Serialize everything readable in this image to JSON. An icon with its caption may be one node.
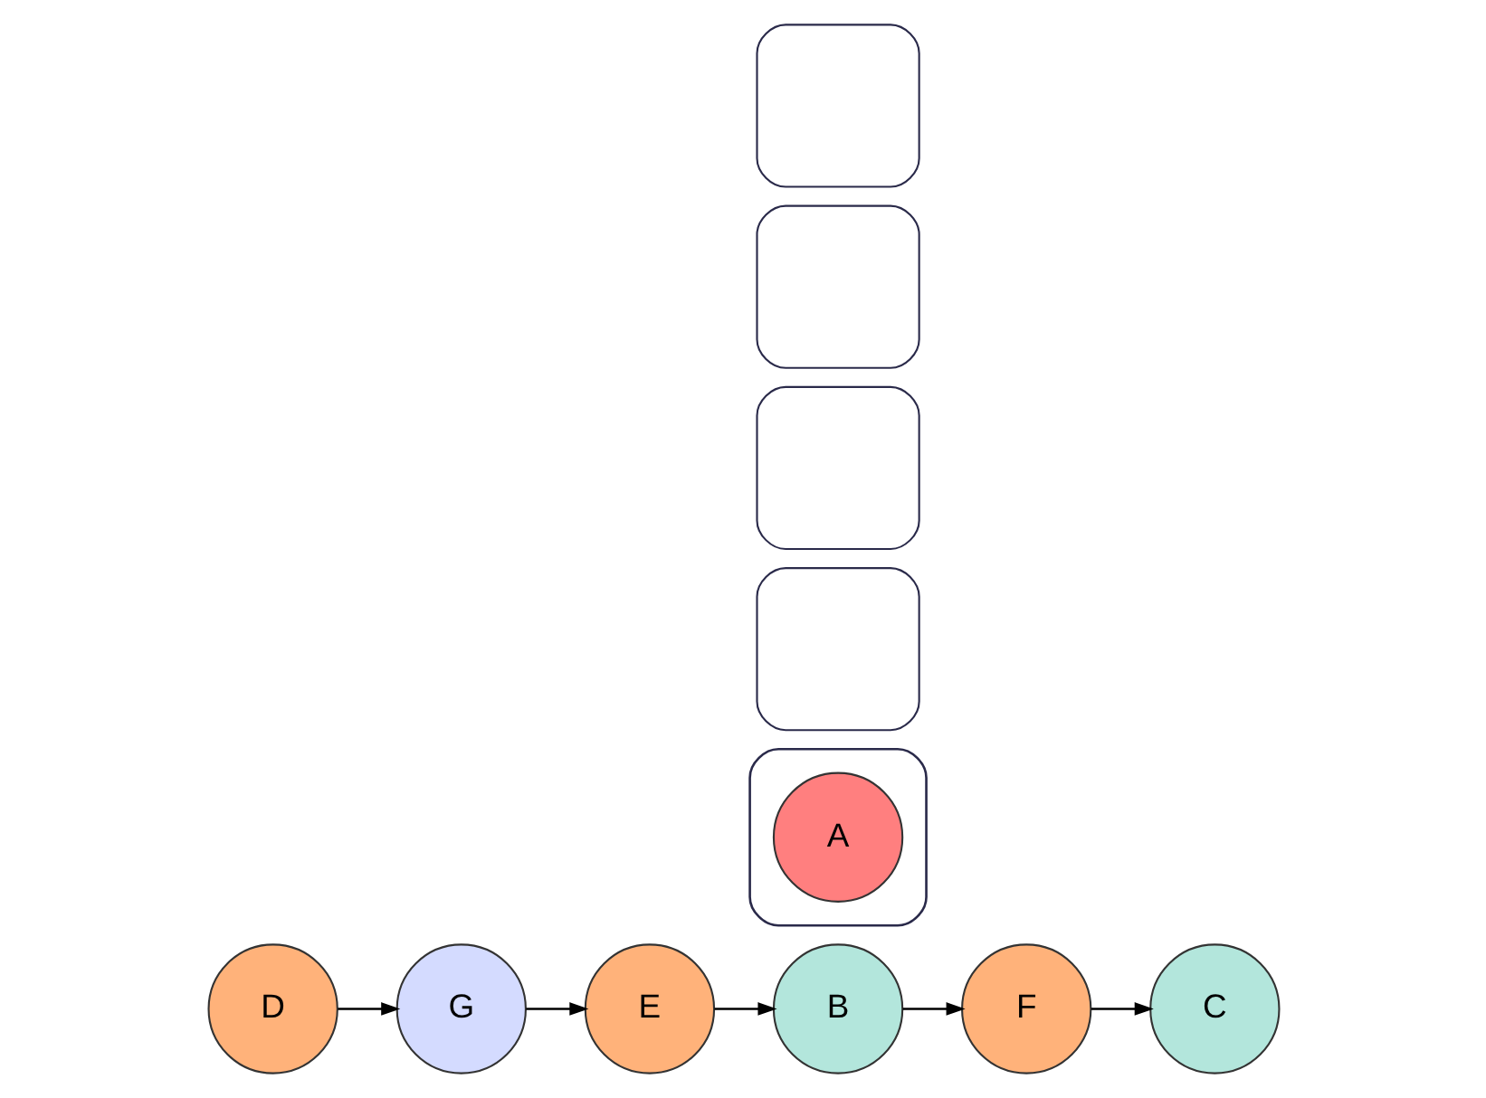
{
  "diagram": {
    "nodes": [
      {
        "text": [],
        "shape": "box"
      },
      {
        "text": [],
        "shape": "box"
      },
      {
        "text": [],
        "shape": "box"
      },
      {
        "text": [],
        "shape": "box"
      },
      {
        "text": [],
        "shape": "box"
      },
      {
        "text": [
          "A"
        ],
        "in": 4
      },
      {
        "text": [
          "D"
        ]
      },
      {
        "text": [
          "G"
        ]
      },
      {
        "text": [
          "E"
        ]
      },
      {
        "text": [
          "B"
        ]
      },
      {
        "text": [
          "F"
        ]
      },
      {
        "text": [
          "C"
        ]
      }
    ],
    "edges": [
      {
        "from": 6,
        "to": 7,
        "arrow": "to"
      },
      {
        "from": 7,
        "to": 8,
        "arrow": "to"
      },
      {
        "from": 8,
        "to": 9,
        "arrow": "to"
      },
      {
        "from": 9,
        "to": 10,
        "arrow": "to"
      },
      {
        "from": 10,
        "to": 11,
        "arrow": "to"
      }
    ]
  }
}
